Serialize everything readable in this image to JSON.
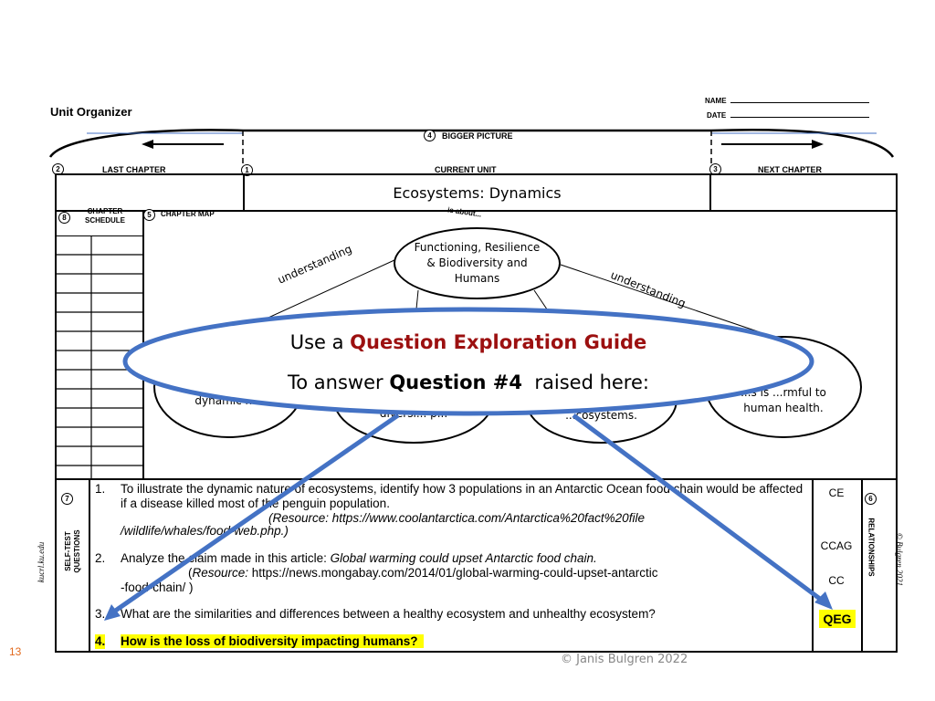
{
  "header": {
    "title": "Unit Organizer",
    "name_label": "NAME",
    "date_label": "DATE"
  },
  "sections": {
    "bigger_picture": {
      "num": "4",
      "label": "BIGGER PICTURE"
    },
    "last_chapter": {
      "num": "2",
      "label": "LAST CHAPTER"
    },
    "current_unit": {
      "num": "1",
      "label": "CURRENT UNIT"
    },
    "next_chapter": {
      "num": "3",
      "label": "NEXT CHAPTER"
    },
    "chapter_schedule": {
      "num": "8",
      "label": "CHAPTER SCHEDULE"
    },
    "chapter_map": {
      "num": "5",
      "label": "CHAPTER MAP"
    },
    "self_test": {
      "num": "7",
      "label": "SELF-TEST QUESTIONS"
    },
    "relationships": {
      "num": "6",
      "label": "RELATIONSHIPS"
    }
  },
  "unit_title": "Ecosystems: Dynamics",
  "map": {
    "is_about": "is about...",
    "center": "Functioning, Resilience & Biodiversity and Humans",
    "link_left": "understanding",
    "link_right": "understanding",
    "node_1": "dynamic n...",
    "node_2": "diversi... p...",
    "node_3": "...cosystems.",
    "node_4": "...s is ...rmful to human health."
  },
  "questions": [
    {
      "num": "1.",
      "text": "To illustrate the dynamic nature of ecosystems, identify how 3 populations in an Antarctic Ocean food chain would be affected if a disease killed most of the penguin population.",
      "resource_label": "Resource:",
      "resource_line1": "https://www.coolantarctica.com/Antarctica%20fact%20file",
      "resource_line2": "/wildlife/whales/food-web.php.)"
    },
    {
      "num": "2.",
      "text_prefix": "Analyze the claim made in this article: ",
      "text_italic": "Global warming could upset Antarctic food chain.",
      "resource_label": "Resource:",
      "resource_line1": "https://news.mongabay.com/2014/01/global-warming-could-upset-antarctic",
      "resource_line2": "-food-chain/ )"
    },
    {
      "num": "3.",
      "text": "What are the similarities and differences between a healthy ecosystem and unhealthy ecosystem?"
    },
    {
      "num": "4.",
      "text": "How is the loss of biodiversity impacting humans?"
    }
  ],
  "relationships": [
    "CE",
    "CCAG",
    "CC",
    "QEG"
  ],
  "callout": {
    "line1_prefix": "Use a ",
    "line1_highlight": "Question Exploration Guide",
    "line2_prefix": "To answer ",
    "line2_bold": "Question #4",
    "line2_suffix": "raised here:"
  },
  "side_left": "kucrl.ku.edu",
  "side_right": "© Bulgren 2021",
  "slide_number": "13",
  "copyright": "© Janis Bulgren 2022",
  "colors": {
    "callout_blue": "#4472c4",
    "highlight": "#ffff00",
    "accent_red": "#9c1010"
  }
}
